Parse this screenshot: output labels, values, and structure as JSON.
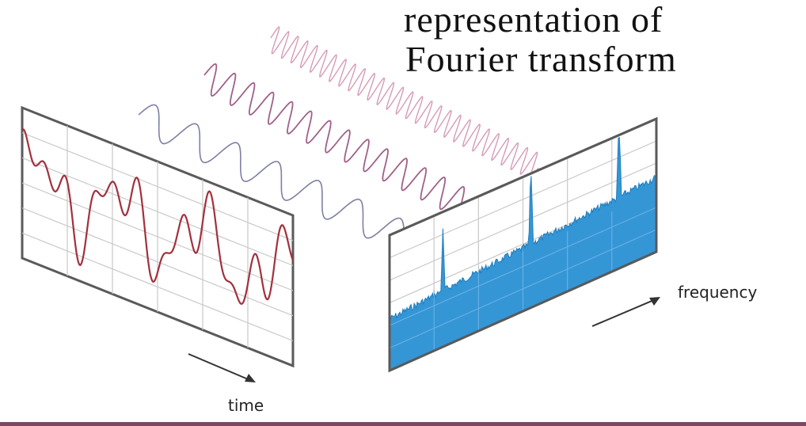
{
  "title": {
    "line1": "representation of",
    "line2": "Fourier transform"
  },
  "labels": {
    "time": "time",
    "frequency": "frequency"
  },
  "colors": {
    "time_signal": "#a3303d",
    "spectrum_fill": "#3596d6",
    "spectrum_line": "#1f7ec0",
    "grid": "#c9c9c9",
    "panel_border": "#5a5a5a",
    "wave_low": "#7e7fa3",
    "wave_mid": "#a0608a",
    "wave_high": "#d59bb9",
    "arrow": "#333333"
  },
  "icons": {
    "time_arrow": "arrow-right-down-icon",
    "frequency_arrow": "arrow-right-up-icon"
  }
}
